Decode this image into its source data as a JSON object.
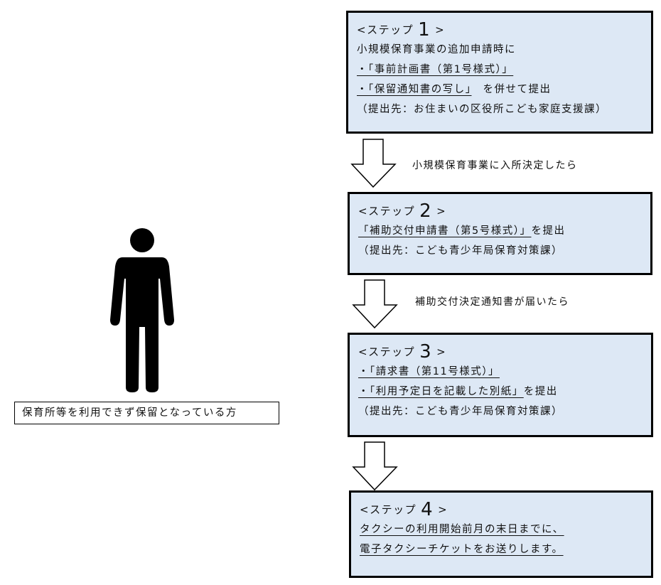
{
  "person_label": "保育所等を利用できず保留となっている方",
  "steps": [
    {
      "prefix": "<ステップ",
      "num": "1",
      "suffix": ">",
      "lines": [
        {
          "text": "小規模保育事業の追加申請時に",
          "u": ""
        },
        {
          "u": "・「事前計画書（第1号様式）」",
          "text": ""
        },
        {
          "u": "・「保留通知書の写し」",
          "text": "　を併せて提出"
        },
        {
          "text": "（提出先：お住まいの区役所こども家庭支援課）",
          "u": ""
        }
      ]
    },
    {
      "prefix": "<ステップ",
      "num": "2",
      "suffix": ">",
      "lines": [
        {
          "u": "「補助交付申請書（第5号様式）」",
          "text": "を提出"
        },
        {
          "text": "（提出先：こども青少年局保育対策課）",
          "u": ""
        }
      ]
    },
    {
      "prefix": "<ステップ",
      "num": "3",
      "suffix": ">",
      "lines": [
        {
          "u": "・「請求書（第11号様式）」",
          "text": ""
        },
        {
          "u": "・「利用予定日を記載した別紙」",
          "text": "を提出"
        },
        {
          "text": "（提出先：こども青少年局保育対策課）",
          "u": ""
        }
      ]
    },
    {
      "prefix": "<ステップ",
      "num": "4",
      "suffix": ">",
      "lines": [
        {
          "u": "タクシーの利用開始前月の末日までに、",
          "text": ""
        },
        {
          "u": "電子タクシーチケットをお送りします。",
          "text": ""
        }
      ]
    }
  ],
  "arrow_labels": [
    "小規模保育事業に入所決定したら",
    "補助交付決定通知書が届いたら"
  ]
}
